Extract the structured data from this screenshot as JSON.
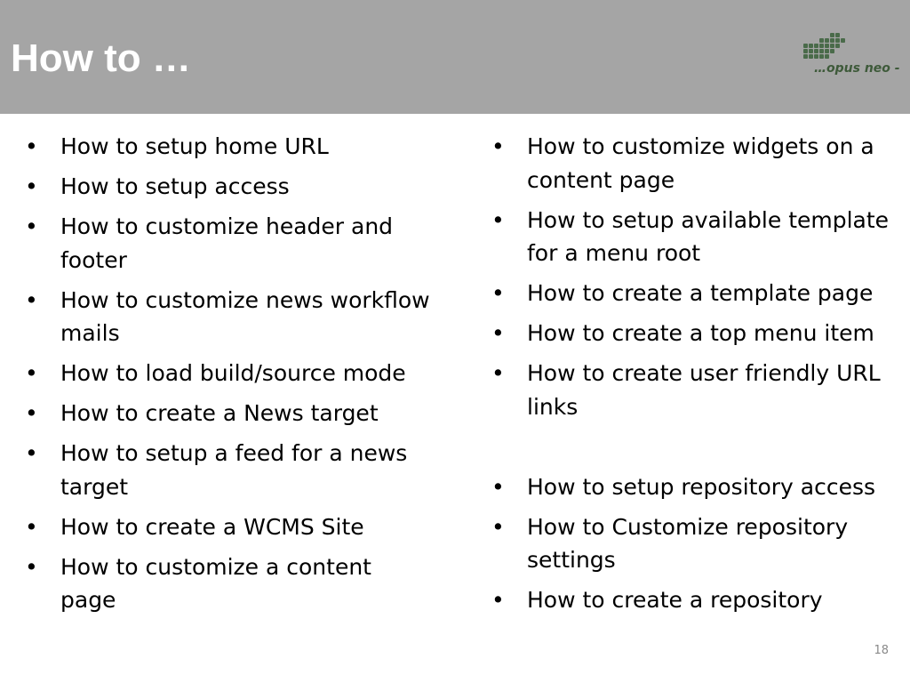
{
  "header": {
    "title": "How to …",
    "logo_text": "…opus neo -",
    "background_color": "#a5a5a5",
    "logo_color": "#4a6b4a"
  },
  "left_column": {
    "items": [
      {
        "text": "How to setup home URL"
      },
      {
        "text": "How to setup access"
      },
      {
        "text": "How to customize header and footer"
      },
      {
        "text": "How to customize news workflow mails"
      },
      {
        "text": "How to load build/source mode"
      },
      {
        "text": "How to create a News target"
      },
      {
        "text": "How to setup a feed for a news target"
      },
      {
        "text": "How to create a WCMS Site"
      },
      {
        "text": "How to customize a content page"
      }
    ]
  },
  "right_column": {
    "items": [
      {
        "text": "How to customize widgets on a content page"
      },
      {
        "text": "How to setup available template for a menu root"
      },
      {
        "text": "How to create a template page"
      },
      {
        "text": "How to create a top menu item"
      },
      {
        "text": "How to create user friendly URL links"
      },
      {
        "text": "How to setup repository access"
      },
      {
        "text": "How to Customize repository settings"
      },
      {
        "text": "How to create a repository"
      }
    ]
  },
  "bullet_char": "•",
  "page_number": "18"
}
